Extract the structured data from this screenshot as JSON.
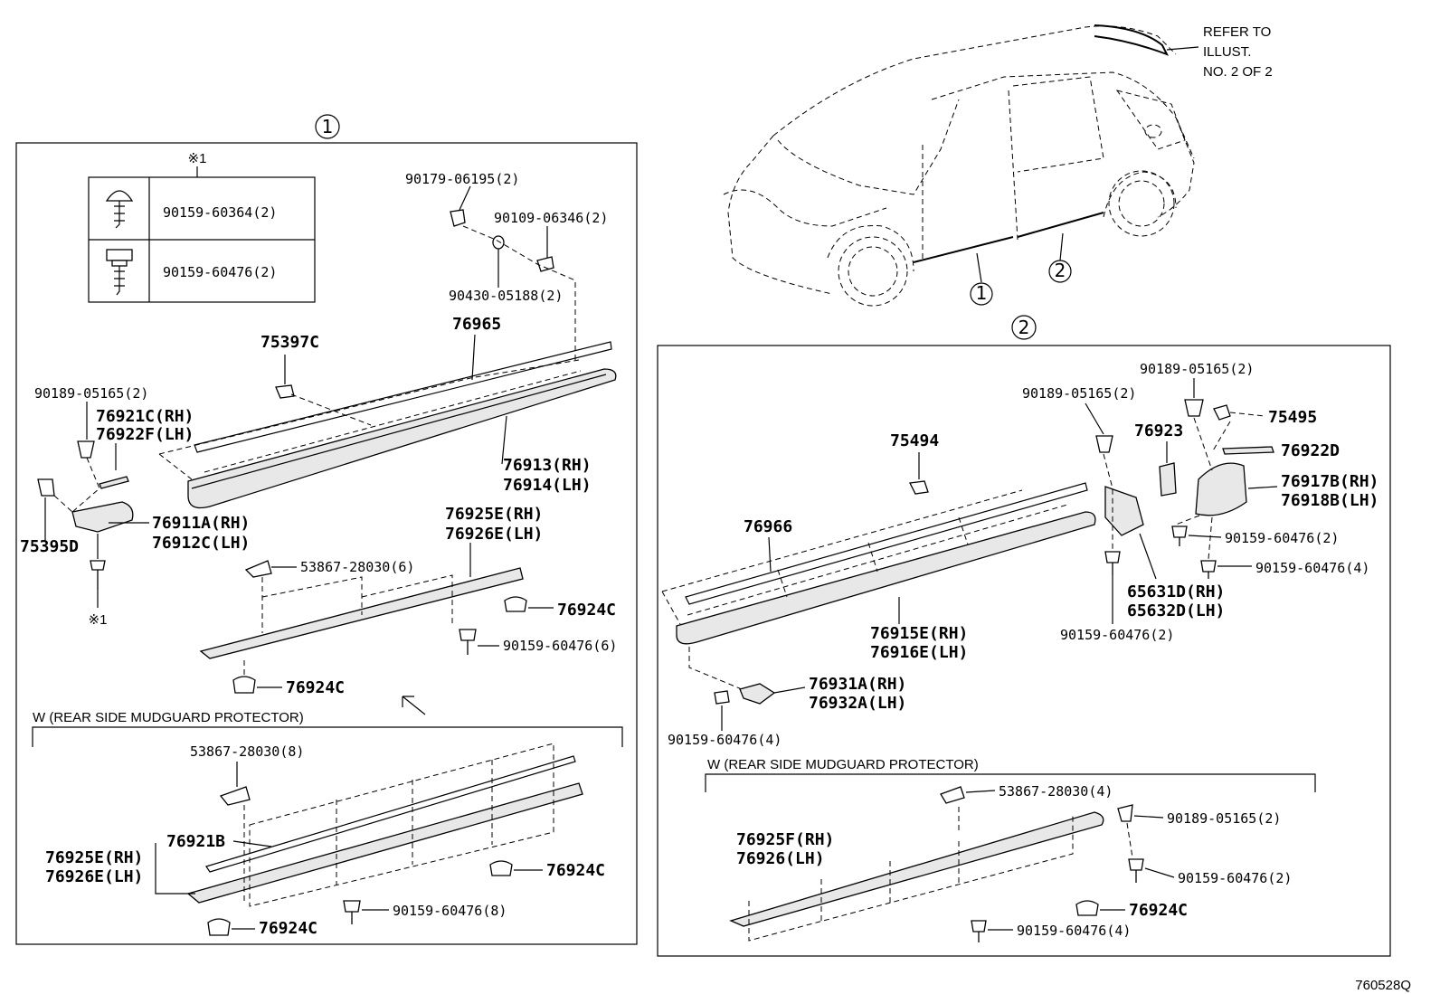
{
  "refer_note": [
    "REFER TO",
    "ILLUST.",
    "NO. 2 OF 2"
  ],
  "diagram_code": "760528Q",
  "callouts": {
    "one": "1",
    "two": "2"
  },
  "panel1": {
    "note_mark": "※1",
    "fastener_table": [
      {
        "part": "90159-60364(2)",
        "icon": "screw-grommet-icon"
      },
      {
        "part": "90159-60476(2)",
        "icon": "hex-bolt-icon"
      }
    ],
    "labels": {
      "p90179": "90179-06195(2)",
      "p90109": "90109-06346(2)",
      "p90430": "90430-05188(2)",
      "p76965": "76965",
      "p75397": "75397C",
      "p90189": "90189-05165(2)",
      "p76921c": "76921C(RH)",
      "p76922f": "76922F(LH)",
      "p76913": "76913(RH)",
      "p76914": "76914(LH)",
      "p75395": "75395D",
      "p76911": "76911A(RH)",
      "p76912": "76912C(LH)",
      "p76925": "76925E(RH)",
      "p76926": "76926E(LH)",
      "p53867": "53867-28030(6)",
      "p76924a": "76924C",
      "p90159": "90159-60476(6)",
      "p76924b": "76924C",
      "note_bottom": "※1"
    },
    "sub": {
      "title": "W (REAR SIDE MUDGUARD PROTECTOR)",
      "p53867": "53867-28030(8)",
      "p76921b": "76921B",
      "p76925": "76925E(RH)",
      "p76926": "76926E(LH)",
      "p76924a": "76924C",
      "p90159": "90159-60476(8)",
      "p76924b": "76924C"
    }
  },
  "panel2": {
    "labels": {
      "p90189a": "90189-05165(2)",
      "p90189b": "90189-05165(2)",
      "p75495": "75495",
      "p75494": "75494",
      "p76923": "76923",
      "p76922d": "76922D",
      "p76917": "76917B(RH)",
      "p76918": "76918B(LH)",
      "p76966": "76966",
      "p90159a": "90159-60476(2)",
      "p90159b": "90159-60476(4)",
      "p65631": "65631D(RH)",
      "p65632": "65632D(LH)",
      "p76915": "76915E(RH)",
      "p76916": "76916E(LH)",
      "p90159c": "90159-60476(2)",
      "p76931": "76931A(RH)",
      "p76932": "76932A(LH)",
      "p90159d": "90159-60476(4)"
    },
    "sub": {
      "title": "W (REAR SIDE MUDGUARD PROTECTOR)",
      "p53867": "53867-28030(4)",
      "p90189": "90189-05165(2)",
      "p76925": "76925F(RH)",
      "p76926": "76926(LH)",
      "p90159a": "90159-60476(2)",
      "p76924": "76924C",
      "p90159b": "90159-60476(4)"
    }
  }
}
